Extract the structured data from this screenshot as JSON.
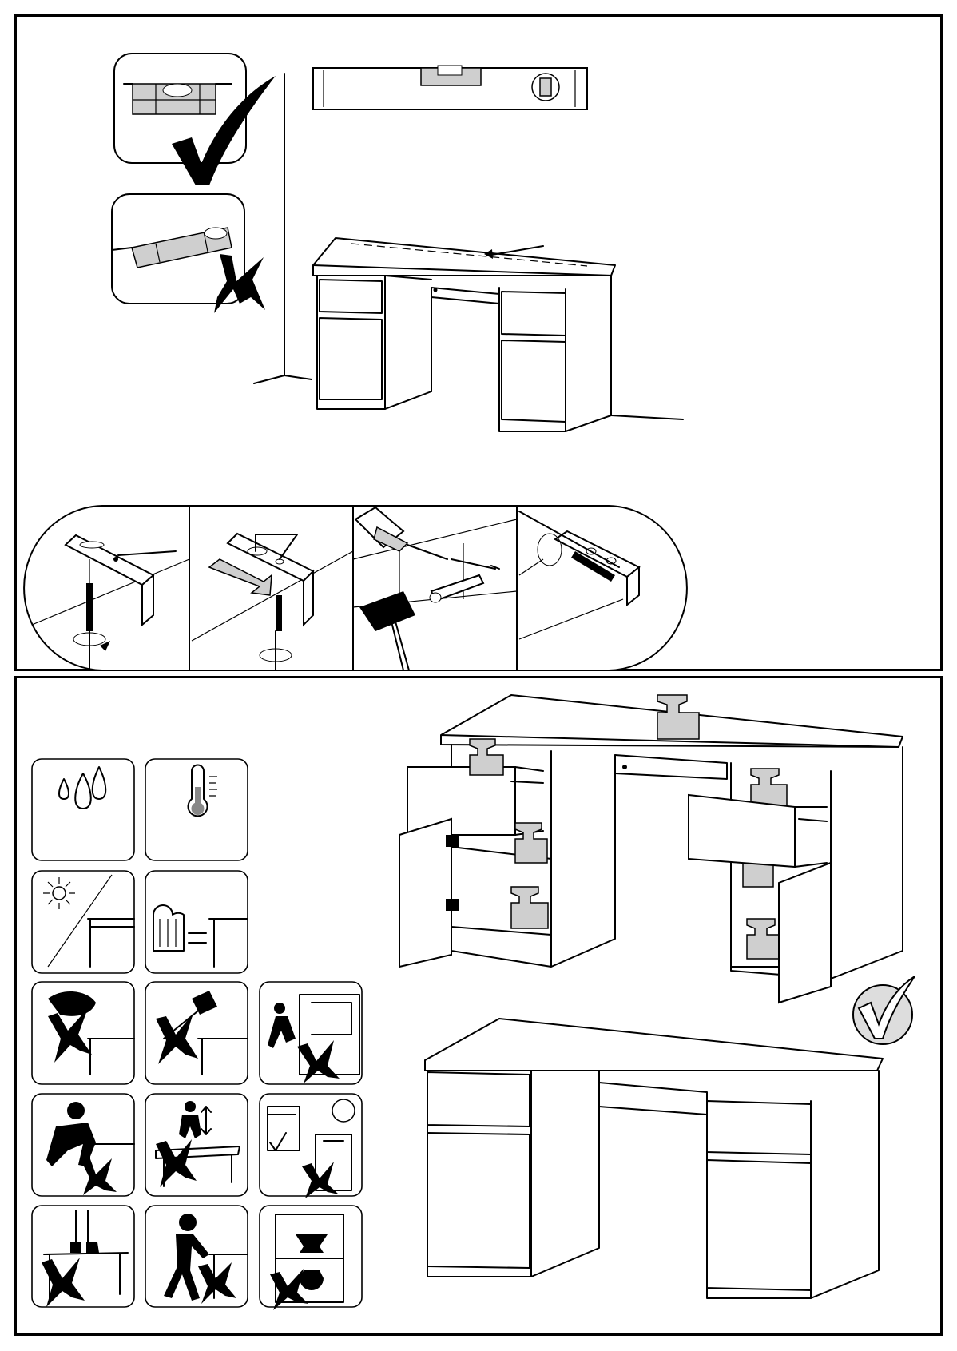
{
  "page": {
    "frames": [
      "installation-section",
      "safety-section"
    ]
  },
  "installation": {
    "level_check": {
      "correct_icon": "check-mark-icon",
      "wrong_icon": "cross-mark-icon"
    },
    "tools": [
      "spirit-level-icon"
    ],
    "steps": [
      "bracket-screw-to-desk",
      "bracket-adjust-slide",
      "drill-and-dowel-wall",
      "screw-bracket-to-wall"
    ]
  },
  "safety": {
    "icons": [
      "humidity-icon",
      "temperature-icon",
      "sunlight-icon",
      "heater-distance-icon",
      "no-wet-cloth-icon",
      "no-hammer-icon",
      "no-climbing-icon",
      "no-sitting-icon",
      "no-jumping-icon",
      "open-one-drawer-icon",
      "no-standing-icon",
      "no-pushing-icon",
      "no-heavy-load-icon"
    ],
    "load_approved_icon": "check-mark-icon"
  },
  "colors": {
    "line": "#000000",
    "fill_grey": "#cfcfcf",
    "background": "#ffffff"
  }
}
